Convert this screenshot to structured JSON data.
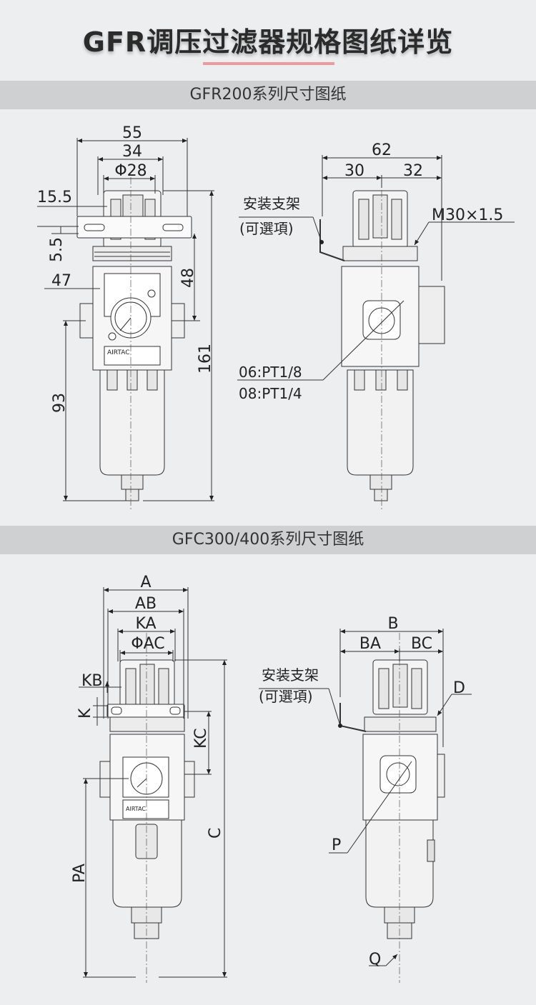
{
  "page": {
    "title": "GFR调压过滤器规格图纸详览"
  },
  "sections": [
    {
      "heading": "GFR200系列尺寸图纸"
    },
    {
      "heading": "GFC300/400系列尺寸图纸"
    }
  ],
  "gfr200": {
    "dims": {
      "d55": "55",
      "d34": "34",
      "d28": "Φ28",
      "d15_5": "15.5",
      "d5_5": "5.5",
      "d47": "47",
      "d48": "48",
      "d161": "161",
      "d93": "93",
      "d62": "62",
      "d30": "30",
      "d32": "32"
    },
    "bracket_label": "安装支架",
    "bracket_optional": "(可選項)",
    "thread": "M30×1.5",
    "port_06": "06:PT1/8",
    "port_08": "08:PT1/4",
    "brand": "AIRTAC"
  },
  "gfc300": {
    "dims": {
      "A": "A",
      "AB": "AB",
      "KA": "KA",
      "AC": "ΦAC",
      "KB": "KB",
      "K": "K",
      "KC": "KC",
      "C": "C",
      "PA": "PA",
      "B": "B",
      "BA": "BA",
      "BC": "BC",
      "D": "D",
      "P": "P",
      "Q": "Q"
    },
    "bracket_label": "安装支架",
    "bracket_optional": "(可選項)",
    "brand": "AIRTAC"
  }
}
